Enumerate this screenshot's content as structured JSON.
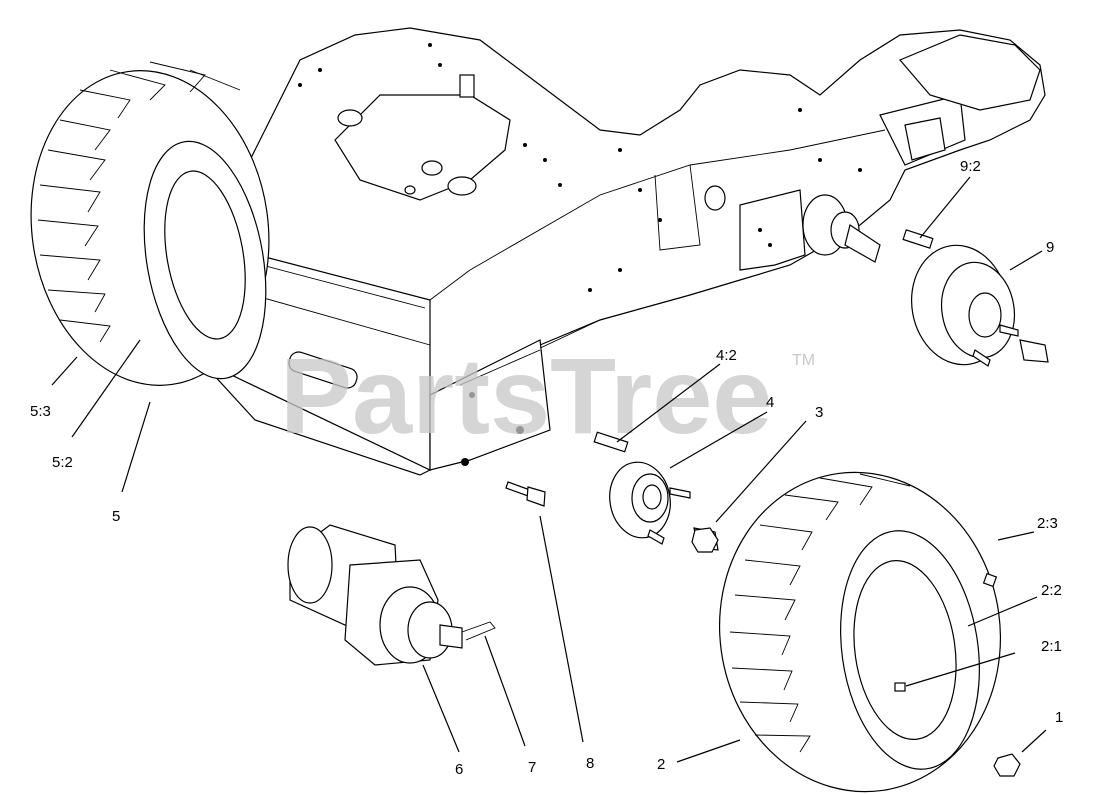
{
  "watermark": {
    "text": "PartsTree",
    "trademark": "TM"
  },
  "callouts": [
    {
      "id": "c-5-3",
      "text": "5:3"
    },
    {
      "id": "c-5-2",
      "text": "5:2"
    },
    {
      "id": "c-5",
      "text": "5"
    },
    {
      "id": "c-9-2",
      "text": "9:2"
    },
    {
      "id": "c-9",
      "text": "9"
    },
    {
      "id": "c-4-2",
      "text": "4:2"
    },
    {
      "id": "c-4",
      "text": "4"
    },
    {
      "id": "c-3",
      "text": "3"
    },
    {
      "id": "c-2-3",
      "text": "2:3"
    },
    {
      "id": "c-2-2",
      "text": "2:2"
    },
    {
      "id": "c-2-1",
      "text": "2:1"
    },
    {
      "id": "c-1",
      "text": "1"
    },
    {
      "id": "c-2",
      "text": "2"
    },
    {
      "id": "c-6",
      "text": "6"
    },
    {
      "id": "c-7",
      "text": "7"
    },
    {
      "id": "c-8",
      "text": "8"
    }
  ]
}
